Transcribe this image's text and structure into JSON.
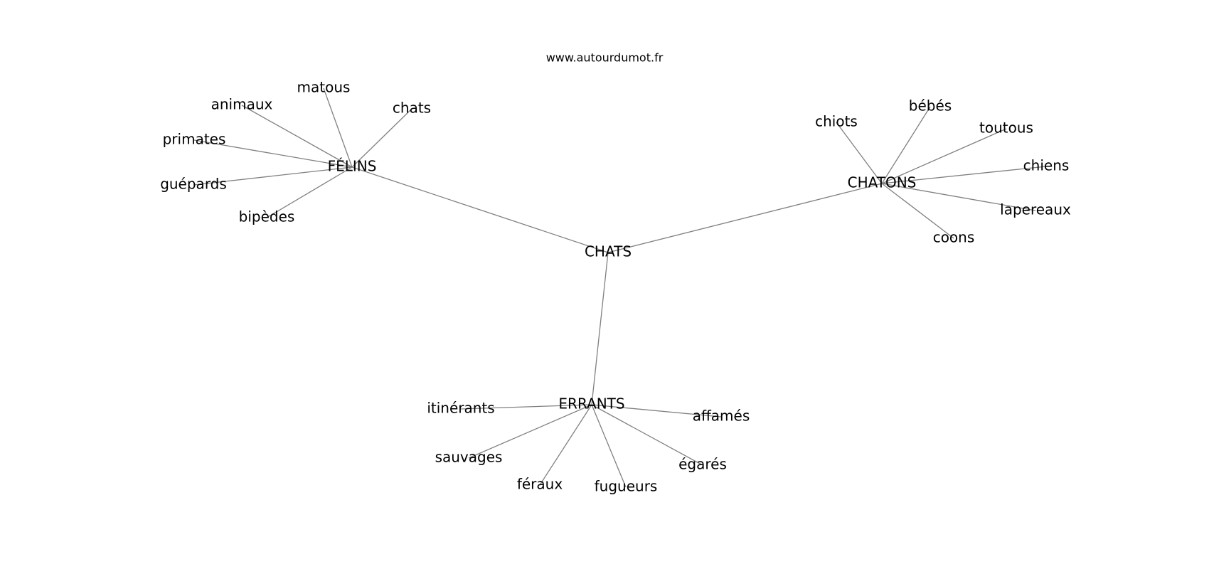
{
  "header": {
    "site": "www.autourdumot.fr"
  },
  "colors": {
    "edge": "#808080",
    "text": "#000000",
    "background": "#ffffff"
  },
  "graph": {
    "center": "CHATS",
    "hubs": {
      "felins": "FÉLINS",
      "chatons": "CHATONS",
      "errants": "ERRANTS"
    },
    "felins_leaves": {
      "matous": "matous",
      "animaux": "animaux",
      "chats": "chats",
      "primates": "primates",
      "guepards": "guépards",
      "bipedes": "bipèdes"
    },
    "chatons_leaves": {
      "chiots": "chiots",
      "bebes": "bébés",
      "toutous": "toutous",
      "chiens": "chiens",
      "lapereaux": "lapereaux",
      "coons": "coons"
    },
    "errants_leaves": {
      "itinerants": "itinérants",
      "affames": "affamés",
      "sauvages": "sauvages",
      "egares": "égarés",
      "feraux": "féraux",
      "fugueurs": "fugueurs"
    },
    "edges": [
      [
        "CHATS",
        "FÉLINS"
      ],
      [
        "CHATS",
        "CHATONS"
      ],
      [
        "CHATS",
        "ERRANTS"
      ],
      [
        "FÉLINS",
        "matous"
      ],
      [
        "FÉLINS",
        "animaux"
      ],
      [
        "FÉLINS",
        "chats"
      ],
      [
        "FÉLINS",
        "primates"
      ],
      [
        "FÉLINS",
        "guépards"
      ],
      [
        "FÉLINS",
        "bipèdes"
      ],
      [
        "CHATONS",
        "chiots"
      ],
      [
        "CHATONS",
        "bébés"
      ],
      [
        "CHATONS",
        "toutous"
      ],
      [
        "CHATONS",
        "chiens"
      ],
      [
        "CHATONS",
        "lapereaux"
      ],
      [
        "CHATONS",
        "coons"
      ],
      [
        "ERRANTS",
        "itinérants"
      ],
      [
        "ERRANTS",
        "affamés"
      ],
      [
        "ERRANTS",
        "sauvages"
      ],
      [
        "ERRANTS",
        "égarés"
      ],
      [
        "ERRANTS",
        "féraux"
      ],
      [
        "ERRANTS",
        "fugueurs"
      ]
    ]
  }
}
